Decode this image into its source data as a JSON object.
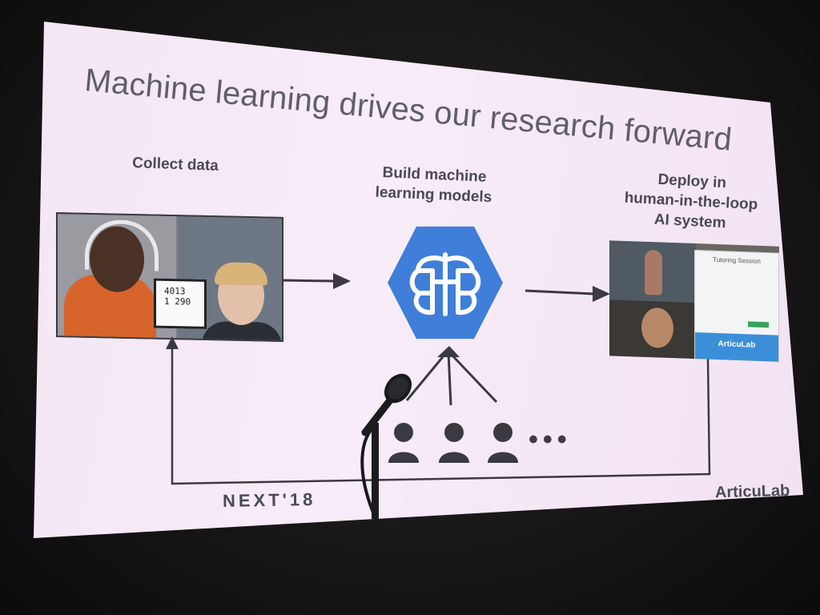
{
  "slide": {
    "title": "Machine learning drives our research forward",
    "steps": {
      "collect": "Collect data",
      "build": "Build machine\nlearning models",
      "deploy": "Deploy in\nhuman-in-the-loop\nAI system"
    },
    "whiteboard_text": "4013\n1 290",
    "tutoring_panel_title": "Tutoring Session",
    "tutoring_panel_brand": "ArticuLab",
    "ellipsis": "•••",
    "footer_left_logo": "NEXT'18",
    "footer_right_logo": "ArticuLab"
  },
  "colors": {
    "slide_background": "#f6eaf6",
    "text": "#4a4a52",
    "hexagon": "#3f7fd9",
    "arrows": "#3a3a40",
    "room": "#141214"
  },
  "icons": [
    "brain-icon",
    "person-icon",
    "microphone-icon",
    "arrow-right-icon"
  ]
}
